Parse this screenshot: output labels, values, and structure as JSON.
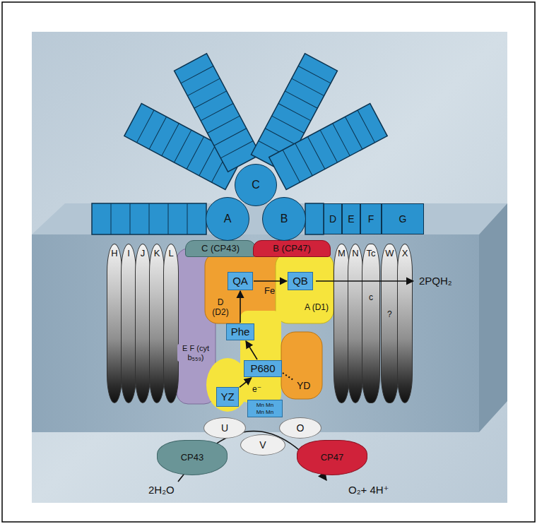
{
  "diagram": {
    "nodes": [
      {
        "text": [
          "C"
        ]
      },
      {
        "text": [
          "A"
        ]
      },
      {
        "text": [
          "B"
        ]
      },
      {
        "text": [
          "D"
        ]
      },
      {
        "text": [
          "E"
        ]
      },
      {
        "text": [
          "F"
        ]
      },
      {
        "text": [
          "G"
        ]
      },
      {
        "text": [
          "H"
        ]
      },
      {
        "text": [
          "I"
        ]
      },
      {
        "text": [
          "J"
        ]
      },
      {
        "text": [
          "K"
        ]
      },
      {
        "text": [
          "L"
        ]
      },
      {
        "text": [
          "C (CP43)"
        ]
      },
      {
        "text": [
          "B (CP47)"
        ]
      },
      {
        "text": [
          "M"
        ]
      },
      {
        "text": [
          "N"
        ]
      },
      {
        "text": [
          "Tc"
        ]
      },
      {
        "text": [
          "W"
        ]
      },
      {
        "text": [
          "X"
        ]
      },
      {
        "text": [
          "QA"
        ]
      },
      {
        "text": [
          "QB"
        ]
      },
      {
        "text": [
          "Phe"
        ]
      },
      {
        "text": [
          "P680"
        ]
      },
      {
        "text": [
          "YZ"
        ]
      },
      {
        "text": [
          "Mn Mn Mn Mn"
        ]
      },
      {
        "text": [
          "U"
        ]
      },
      {
        "text": [
          "O"
        ]
      },
      {
        "text": [
          "V"
        ]
      },
      {
        "text": [
          "CP43"
        ]
      },
      {
        "text": [
          "CP47"
        ]
      }
    ],
    "edges": [
      {
        "from": 21,
        "to": 19,
        "arrow": "to"
      },
      {
        "from": 22,
        "to": 21,
        "arrow": "to"
      },
      {
        "from": 19,
        "to": 20,
        "arrow": "to"
      },
      {
        "from": 23,
        "to": 22,
        "arrow": "to",
        "label": "e⁻"
      }
    ],
    "labels": [
      "D (D2)",
      "Fe",
      "2PQH₂",
      "A (D1)",
      "c",
      "?",
      "E F (cyt b₅₅₉)",
      "YD",
      "2H₂O",
      "O₂+ 4H⁺"
    ]
  }
}
